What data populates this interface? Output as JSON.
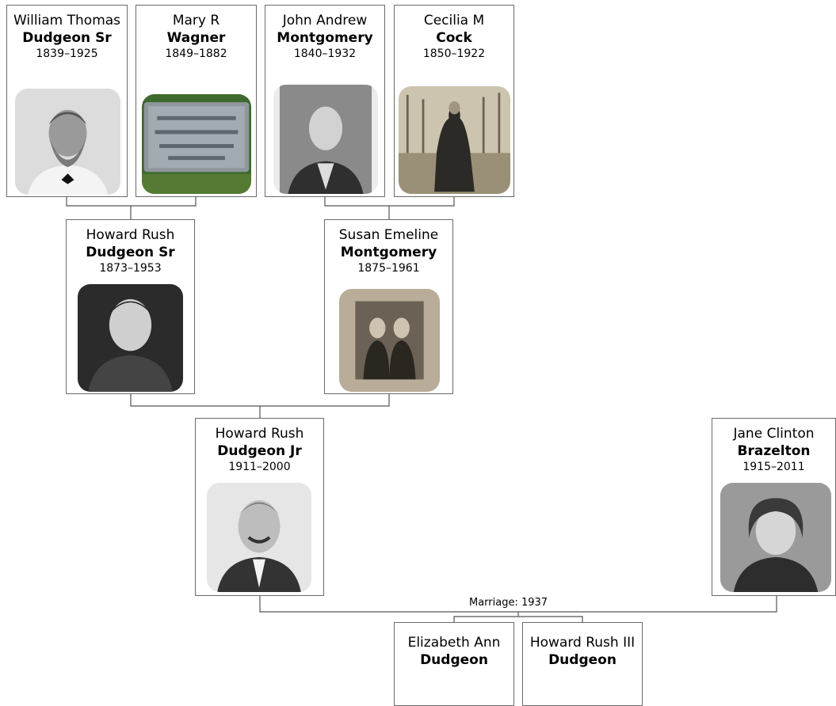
{
  "people": [
    {
      "id": "william-thomas",
      "given": "William Thomas",
      "surname": "Dudgeon Sr",
      "dates": "1839–1925",
      "photo": "portrait-bearded-man"
    },
    {
      "id": "mary-r",
      "given": "Mary R",
      "surname": "Wagner",
      "dates": "1849–1882",
      "photo": "headstone"
    },
    {
      "id": "john-andrew",
      "given": "John Andrew",
      "surname": "Montgomery",
      "dates": "1840–1932",
      "photo": "portrait-man-suit"
    },
    {
      "id": "cecilia-m",
      "given": "Cecilia M",
      "surname": "Cock",
      "dates": "1850–1922",
      "photo": "woman-standing-outdoors"
    },
    {
      "id": "howard-rush-sr",
      "given": "Howard Rush",
      "surname": "Dudgeon Sr",
      "dates": "1873–1953",
      "photo": "portrait-man-uniform"
    },
    {
      "id": "susan-emeline",
      "given": "Susan Emeline",
      "surname": "Montgomery",
      "dates": "1875–1961",
      "photo": "two-women-photo"
    },
    {
      "id": "howard-rush-jr",
      "given": "Howard Rush",
      "surname": "Dudgeon Jr",
      "dates": "1911–2000",
      "photo": "portrait-smiling-man"
    },
    {
      "id": "jane-clinton",
      "given": "Jane Clinton",
      "surname": "Brazelton",
      "dates": "1915–2011",
      "photo": "portrait-woman"
    },
    {
      "id": "elizabeth-ann",
      "given": "Elizabeth Ann",
      "surname": "Dudgeon",
      "dates": "",
      "photo": ""
    },
    {
      "id": "howard-rush-iii",
      "given": "Howard Rush III",
      "surname": "Dudgeon",
      "dates": "",
      "photo": ""
    }
  ],
  "relationships": [
    {
      "parents": [
        "william-thomas",
        "mary-r"
      ],
      "child": "howard-rush-sr"
    },
    {
      "parents": [
        "john-andrew",
        "cecilia-m"
      ],
      "child": "susan-emeline"
    },
    {
      "parents": [
        "howard-rush-sr",
        "susan-emeline"
      ],
      "child": "howard-rush-jr"
    },
    {
      "parents": [
        "howard-rush-jr",
        "jane-clinton"
      ],
      "children": [
        "elizabeth-ann",
        "howard-rush-iii"
      ],
      "label": "Marriage: 1937"
    }
  ],
  "colors": {
    "border": "#6b6b6b",
    "line": "#555555",
    "background": "#ffffff"
  }
}
